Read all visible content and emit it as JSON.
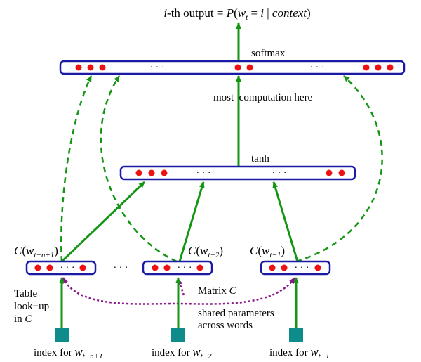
{
  "labels": {
    "output_prefix": "i",
    "output_th": "-th output = ",
    "output_P": "P",
    "output_w": "w",
    "output_t": "t",
    "output_eq": " = ",
    "output_i": "i",
    "output_bar": " | ",
    "output_context": "context",
    "output_close": ")",
    "output_open": "(",
    "softmax": "softmax",
    "most_computation": "most  computation here",
    "tanh": "tanh",
    "ellipsis": "· · ·",
    "matrix": "Matrix ",
    "matrix_C": "C",
    "shared_line1": "shared parameters",
    "shared_line2": "across words",
    "table_line1": "Table",
    "table_line2": "look−up",
    "table_line3": "in ",
    "table_C": "C",
    "index_for": "index for ",
    "C_label": "C",
    "w": "w",
    "sub_tn1": "t−n+1",
    "sub_t2": "t−2",
    "sub_t1": "t−1"
  },
  "colors": {
    "box_stroke": "#1a1aa6",
    "neuron": "#ee1111",
    "arrow": "#149614",
    "shared": "#8b1a8b",
    "input": "#0e8c8c"
  }
}
